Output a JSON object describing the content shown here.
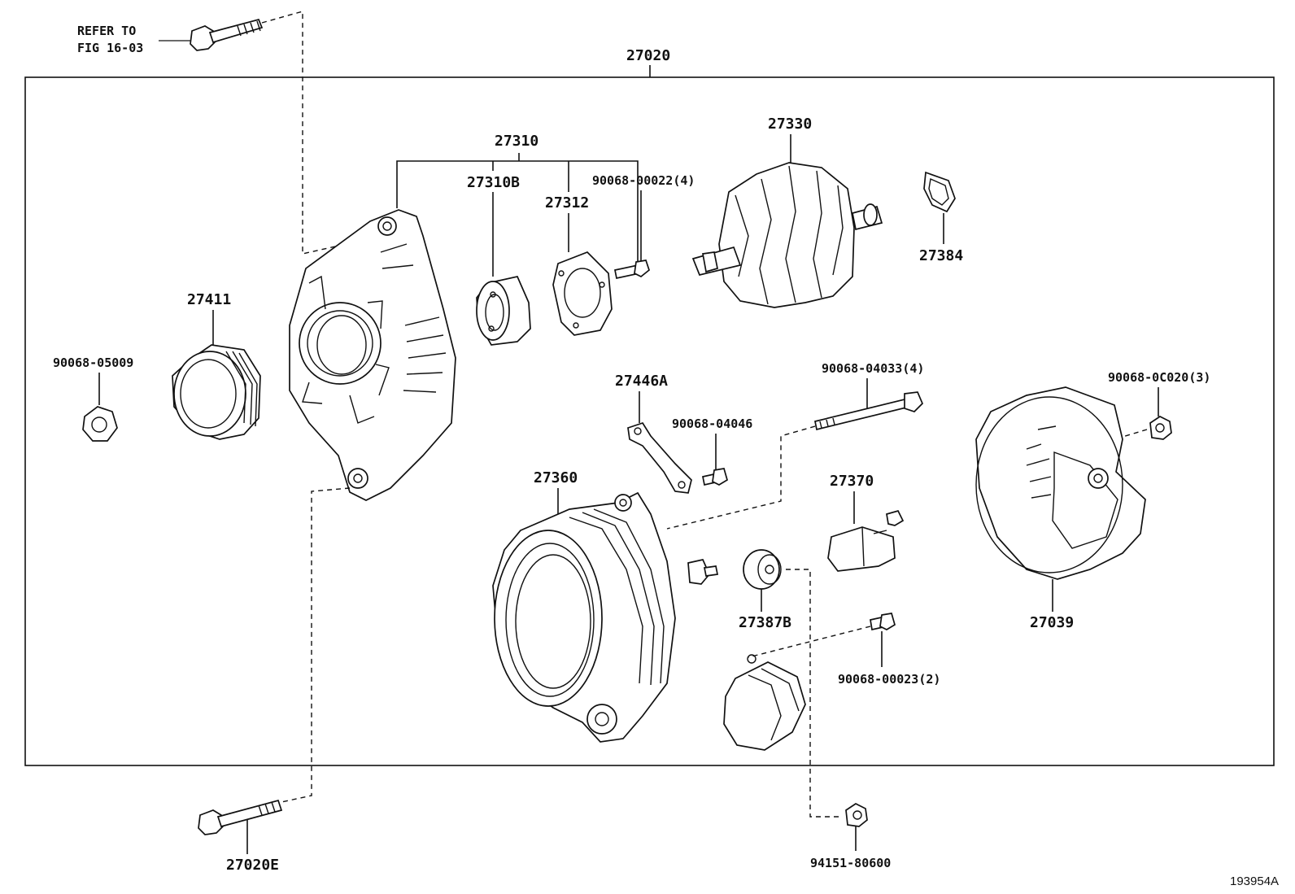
{
  "diagram_id": "193954A",
  "assembly": {
    "part_no": "27020"
  },
  "refer_note": {
    "line1": "REFER TO",
    "line2": "FIG 16-03"
  },
  "labels": {
    "housing_group": "27310",
    "housing_sub": "27310B",
    "plate": "27312",
    "screw_4": "90068-00022(4)",
    "rotor": "27330",
    "insulator": "27384",
    "pulley": "27411",
    "pulley_nut": "90068-05009",
    "bracket": "27446A",
    "bracket_screw": "90068-04046",
    "through_bolt": "90068-04033(4)",
    "rear_cover_nut": "90068-0C020(3)",
    "stator": "27360",
    "brush_holder": "27370",
    "rear_cover": "27039",
    "terminal_insulator": "27387B",
    "regulator_screw": "90068-00023(2)",
    "mount_bolt": "27020E",
    "terminal_nut": "94151-80600"
  }
}
